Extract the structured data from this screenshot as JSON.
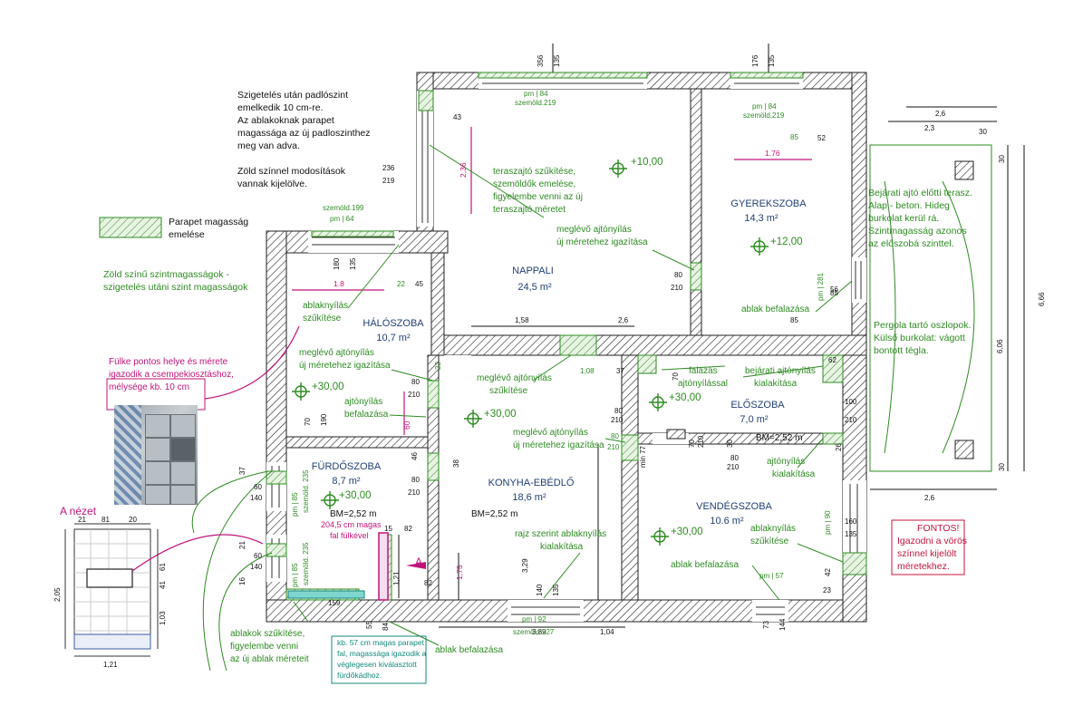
{
  "notes": {
    "top": [
      "Szigetelés után padlószint",
      "emelkedik 10 cm-re.",
      "Az ablakoknak parapet",
      "magassága az új padloszinthez",
      "meg van adva."
    ],
    "green": [
      "Zöld színnel modosítások",
      "vannak kijelölve."
    ],
    "legend_label": [
      "Parapet magasság",
      "emelése"
    ],
    "level_note": [
      "Zöld színű szintmagasságok -",
      "szigetelés utáni szint magasságok"
    ],
    "fulke": [
      "Fülke pontos helye és mérete",
      "igazodik a csempekiosztáshoz,",
      "mélysége kb. 10 cm"
    ],
    "entrance": [
      "Bejárati ajtó előtti terasz.",
      "Alap - beton. Hideg",
      "burkolat kerül rá.",
      "Szintmagasság azonos",
      "az előszobá szinttel."
    ],
    "pergola": [
      "Pergola tartó oszlopok.",
      "Külső burkolat: vágott",
      "bontott tégla."
    ],
    "fontos": [
      "FONTOS!",
      "Igazodni a vörös",
      "színnel kijelölt",
      "méretekhez."
    ],
    "bath_parapet": [
      "kb. 57 cm magas parapet",
      "fal, magassága igazodik a",
      "véglegesen kiválasztott",
      "fürdőkádhoz."
    ],
    "fulke_wall": [
      "204,5 cm magas",
      "fal fülkével"
    ],
    "a_nezet": "A nézet",
    "a_marker": "A"
  },
  "rooms": [
    {
      "id": "nappali",
      "name": "NAPPALI",
      "area": "24,5  m²"
    },
    {
      "id": "gyerekszoba",
      "name": "GYEREKSZOBA",
      "area": "14,3  m²"
    },
    {
      "id": "haloszoba",
      "name": "HÁLÓSZOBA",
      "area": "10,7  m²"
    },
    {
      "id": "eloszoba",
      "name": "ELŐSZOBA",
      "area": "7,0  m²"
    },
    {
      "id": "furdoszoba",
      "name": "FÜRDŐSZOBA",
      "area": "8,7  m²"
    },
    {
      "id": "konyha",
      "name": "KONYHA-EBÉDLŐ",
      "area": "18,6  m²"
    },
    {
      "id": "vendegszoba",
      "name": "VENDÉGSZOBA",
      "area": "10.6  m²"
    }
  ],
  "levels": [
    "+10,00",
    "+12,00",
    "+30,00",
    "+30,00",
    "+30,00",
    "+30,00",
    "+30,00"
  ],
  "annotations": {
    "terasz": [
      "teraszajtó szűkítése,",
      "szemöldők emelése,",
      "figyelembe venni az új",
      "teraszajtó méretet"
    ],
    "meglevo1": [
      "meglévő ajtónyílás",
      "új méretehez igazítása"
    ],
    "meglevo2": [
      "meglévő ajtónyílás",
      "új méretehez igazítása"
    ],
    "meglevo3": [
      "meglévő ajtónyílás",
      "szűkítése"
    ],
    "meglevo4": [
      "meglévő ajtónyílás",
      "új méretehez igazítása"
    ],
    "ablak_szuk1": [
      "ablaknyílás",
      "szűkítése"
    ],
    "ablak_befal1": "ablak befalazása",
    "ajto_befal": [
      "ajtónyílás",
      "befalazása"
    ],
    "falazas": [
      "falazás",
      "ajtónyílással"
    ],
    "bejarati": [
      "bejárati ajtónyílás",
      "kialakítása"
    ],
    "ajtonyilas_kial": [
      "ajtónyílás",
      "kialakítása"
    ],
    "ablak_szuk2": [
      "ablaknyílás",
      "szűkítése"
    ],
    "ablak_befal2": "ablak befalazása",
    "rajz": [
      "rajz szerint ablaknyílás",
      "kialakítása"
    ],
    "ablak_befal3": "ablak befalazása",
    "ablakok_szuk": [
      "ablakok szűkítése,",
      "figyelembe venni",
      "az új ablak méreteit"
    ]
  },
  "bm": [
    "BM=2,52 m",
    "BM=2,52 m",
    "BM=2,52 m"
  ],
  "dims": {
    "d356": "356",
    "d135a": "135",
    "d176": "176",
    "d135b": "135",
    "pm84a": "pm | 84",
    "szem219a": "szemöld.219",
    "pm84b": "pm | 84",
    "szem219b": "szemöld.219",
    "d43": "43",
    "d236v": "2,36",
    "d176m": "1.76",
    "d85": "85",
    "d52": "52",
    "d26": "2,6",
    "d23": "2,3",
    "d30a": "30",
    "d30b": "30",
    "d30c": "30",
    "d666": "6,66",
    "d606": "6,06",
    "d26b": "2,6",
    "d236": "236",
    "d219": "219",
    "szem199": "szemöld.199",
    "pm64": "pm | 64",
    "d180": "180",
    "d135c": "135",
    "d18": "1.8",
    "d22": "22",
    "d45": "45",
    "d158": "1,58",
    "d26c": "2,6",
    "d80a": "80",
    "d210a": "210",
    "pm281": "pm | 281",
    "d85b": "85",
    "d56": "56",
    "d22b": "22",
    "d108": "1,08",
    "d37": "37",
    "d70a": "70",
    "d62": "62",
    "d80b": "80",
    "d210b": "210",
    "d80c": "80",
    "d210c": "210",
    "d100": "100",
    "d210d": "210",
    "d70b": "70",
    "d210e": "210",
    "d30d": "30",
    "d26d": "26",
    "min77": "min 77",
    "d80d": "80",
    "d210f": "210",
    "d80e": "80",
    "d210g": "210",
    "d70c": "70",
    "d190": "190",
    "d60a": "60",
    "d46": "46",
    "d38": "38",
    "d80f": "80",
    "d210h": "210",
    "d37b": "37",
    "d60b": "60",
    "d140a": "140",
    "pm85a": "pm | 85",
    "szem235a": "szemöld. 235",
    "d21": "21",
    "d60c": "60",
    "d140b": "140",
    "pm85b": "pm | 85",
    "szem235b": "szemöld. 235",
    "d16": "16",
    "d15": "15",
    "d82": "82",
    "d121v": "1,21",
    "d175": "1,75",
    "d329": "3,29",
    "d160": "160",
    "d135d": "135",
    "pm90": "pm | 90",
    "pm57": "pm | 57",
    "d42": "42",
    "d23b": "23",
    "d73": "73",
    "d144": "144",
    "d140c": "140",
    "d135e": "135",
    "d159": "159",
    "d55": "55",
    "d84": "84",
    "pm92": "pm | 92",
    "szem227": "szemöld.227",
    "d389": "3,89",
    "d104": "1,04",
    "av21": "21",
    "av81": "81",
    "av20": "20",
    "av205": "2,05",
    "av61": "61",
    "av41": "41",
    "av103": "1,03",
    "av121": "1,21"
  }
}
